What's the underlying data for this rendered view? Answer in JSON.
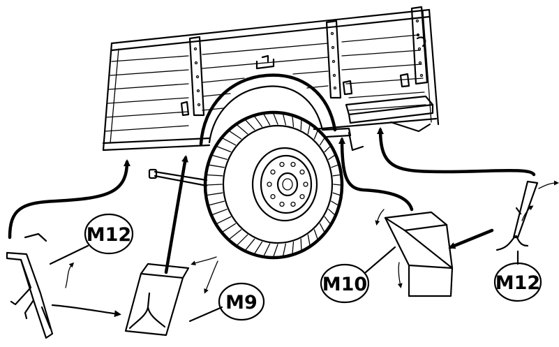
{
  "diagram": {
    "labels": {
      "m12_left": "M12",
      "m9": "M9",
      "m10": "M10",
      "m12_right": "M12"
    }
  }
}
